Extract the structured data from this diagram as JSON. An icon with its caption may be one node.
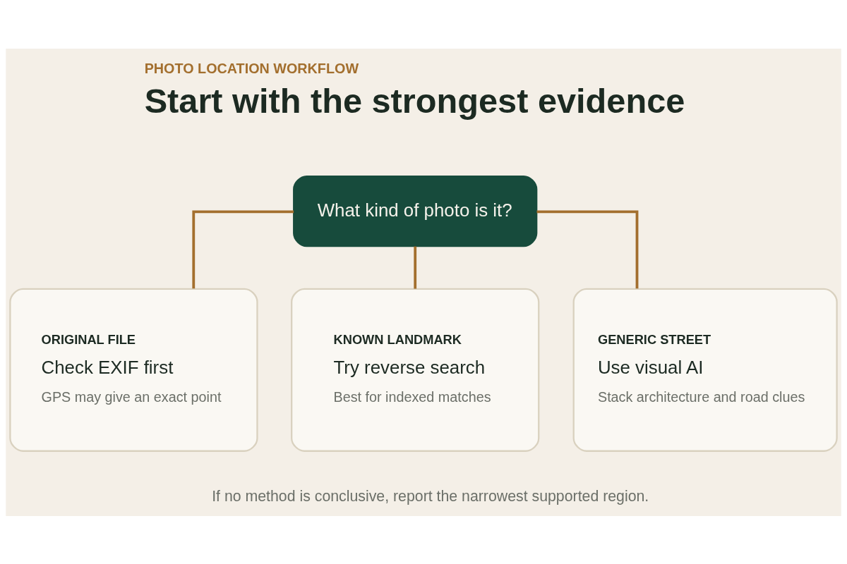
{
  "diagram": {
    "title": "Start with the strongest evidence",
    "caption": "If no method is conclusive, report the narrowest supported region.",
    "nodes": [
      {
        "text": [
          "What kind of photo is it?"
        ]
      },
      {
        "text": [
          "ORIGINAL FILE",
          "Check EXIF first",
          "GPS may give an exact point"
        ]
      },
      {
        "text": [
          "KNOWN LANDMARK",
          "Try reverse search",
          "Best for indexed matches"
        ]
      },
      {
        "text": [
          "GENERIC STREET",
          "Use visual AI",
          "Stack architecture and road clues"
        ]
      }
    ],
    "edges": [
      {
        "from": 0,
        "to": 1,
        "arrow": "none"
      },
      {
        "from": 0,
        "to": 2,
        "arrow": "none"
      },
      {
        "from": 0,
        "to": 3,
        "arrow": "none"
      }
    ],
    "labels": [
      "PHOTO LOCATION WORKFLOW"
    ]
  }
}
